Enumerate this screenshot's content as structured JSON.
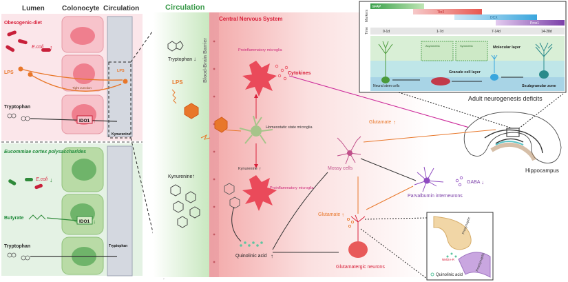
{
  "left_panel": {
    "headers": {
      "lumen": "Lumen",
      "colonocyte": "Colonocyte",
      "circulation": "Circulation"
    },
    "top": {
      "diet": "Obesogenic-diet",
      "ecoli": "E.coli",
      "lps": "LPS",
      "lps_circ": "LPS",
      "tight_junction": "Tight Junction",
      "tryptophan": "Tryptophan",
      "ido1": "IDO1",
      "kynurenine": "Kynurenine"
    },
    "bottom": {
      "eucommiae": "Eucommiae cortex polysaccharides",
      "ecoli": "E.coli",
      "butyrate": "Butyrate",
      "ido1": "IDO1",
      "tryptophan": "Tryptophan",
      "tryptophan_circ": "Tryptophan"
    }
  },
  "center": {
    "circulation_title": "Circulation",
    "bbb": "Blood-Brain Barrier",
    "cns_title": "Central Nervous System",
    "tryptophan": "Tryptophan",
    "lps": "LPS",
    "kynurenine": "Kynurenine",
    "proinflam_top": "Proinflammatory microglia",
    "cytokines": "Cytokines",
    "homeostatic": "Homeostatic state microglia",
    "kynurenine_mid": "Kynurenine",
    "proinflam_bottom": "Proinflammatory microglia",
    "quinolinic": "Quinolinic acid"
  },
  "right": {
    "glutamate_top": "Glutamate",
    "mossy_cells": "Mossy cells",
    "gaba": "GABA",
    "parvalbumin": "Parvalbumin interneurons",
    "glutamate_mid": "Glutamate",
    "glutamatergic": "Glutamatergic neurons",
    "hippocampus": "Hippocampus",
    "adult_neuro": "Adult neurogenesis deficits",
    "presynaptic": "Presynaptic",
    "postsynaptic": "Postsynaptic",
    "nmda": "NMDA-R",
    "quinolinic_legend": "Quinolinic acid"
  },
  "inset": {
    "markers_label": "Markers",
    "time_label": "Time",
    "gfap": "GFAP",
    "tbr2": "Tbr2",
    "dcx": "DCX",
    "prox1": "Prox1",
    "times": [
      "0-1d",
      "1-7d",
      "7-14d",
      "14-28d"
    ],
    "molecular_layer": "Molecular layer",
    "granule_layer": "Granule cell layer",
    "subgranular": "Ssubgranular zone",
    "neural_stem": "Neural stem cells",
    "asymmetric": "Asymmetric",
    "symmetric": "Symmetric"
  },
  "colors": {
    "circulation_green": "#3a9a4a",
    "cns_red": "#d8203a",
    "lps_orange": "#e8772a",
    "microglia_red": "#e94a5a"
  }
}
